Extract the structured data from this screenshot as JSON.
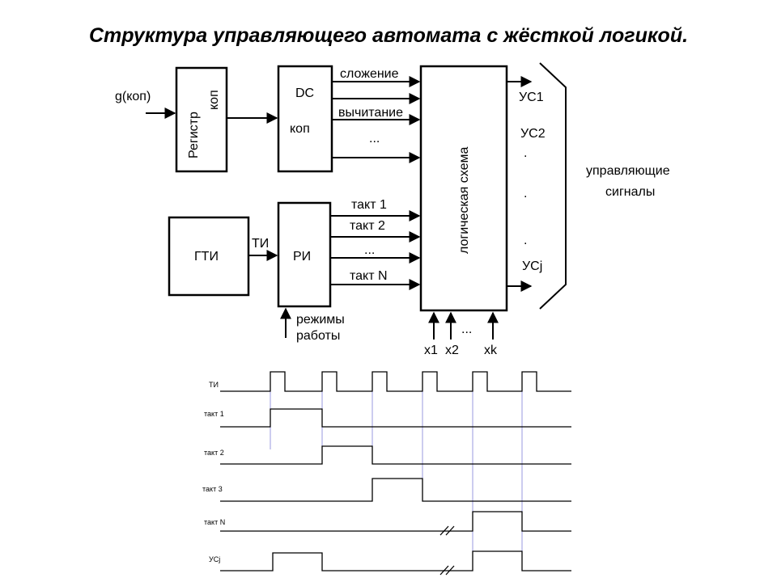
{
  "title": "Структура управляющего автомата с жёсткой логикой.",
  "blocks": {
    "input": "g(коп)",
    "register_1": "Регистр",
    "register_2": "коп",
    "dc_1": "DC",
    "dc_2": "коп",
    "gti": "ГТИ",
    "ti": "ТИ",
    "ri": "РИ",
    "modes_1": "режимы",
    "modes_2": "работы",
    "logic": "логическая схема"
  },
  "dc_outputs": [
    "сложение",
    "вычитание",
    "..."
  ],
  "ri_outputs": [
    "такт 1",
    "такт 2",
    "...",
    "такт N"
  ],
  "logic_inputs": [
    "x1",
    "x2",
    "...",
    "xk"
  ],
  "control_outputs": {
    "first": "УС1",
    "second": "УС2",
    "dot": ".",
    "last": "УСj",
    "caption_1": "управляющие",
    "caption_2": "сигналы"
  },
  "timing": {
    "signals": [
      "ТИ",
      "такт 1",
      "такт 2",
      "такт 3",
      "такт N",
      "УСj"
    ],
    "ti_pulses": 6,
    "tact_1_pulse": 1,
    "tact_2_pulse": 2,
    "tact_3_pulse": 3,
    "tact_n_pulse": 5,
    "usj_pulses": [
      1,
      5
    ]
  }
}
